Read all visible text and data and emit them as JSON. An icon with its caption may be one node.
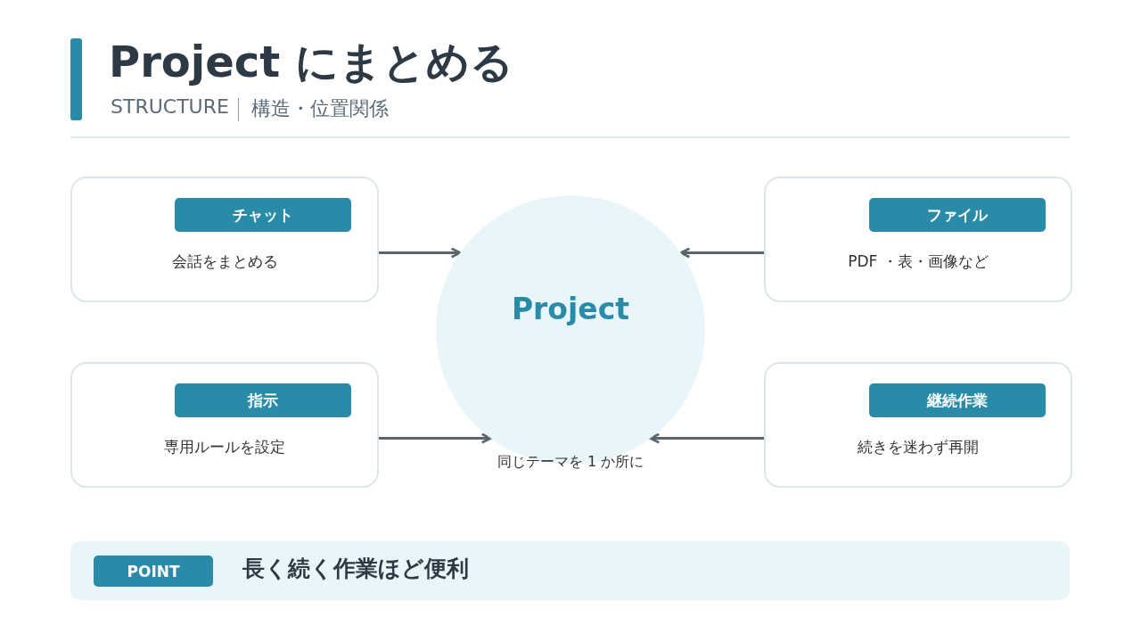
{
  "diagram": {
    "title": "Project にまとめる",
    "nodes": [
      {
        "text": [
          "会話をまとめる"
        ]
      },
      {
        "text": [
          "チャット"
        ],
        "in": 0
      },
      {
        "text": [
          "PDF ・表・画像など"
        ]
      },
      {
        "text": [
          "ファイル"
        ],
        "in": 2
      },
      {
        "text": [
          "Project",
          "同じテーマを 1 か所に"
        ]
      },
      {
        "text": [
          "専用ルールを設定"
        ]
      },
      {
        "text": [
          "指示"
        ],
        "in": 5
      },
      {
        "text": [
          "続きを迷わず再開"
        ]
      },
      {
        "text": [
          "継続作業"
        ],
        "in": 7
      },
      {
        "text": [
          "長く続く作業ほど便利"
        ]
      },
      {
        "text": [
          "POINT"
        ],
        "in": 9
      }
    ],
    "edges": [
      {
        "from": 0,
        "to": 4,
        "arrow": "to"
      },
      {
        "from": 2,
        "to": 4,
        "arrow": "to"
      },
      {
        "from": 5,
        "to": 4,
        "arrow": "to"
      },
      {
        "from": 7,
        "to": 4,
        "arrow": "to"
      }
    ],
    "labels": [
      "STRUCTURE",
      "構造・位置関係"
    ]
  }
}
